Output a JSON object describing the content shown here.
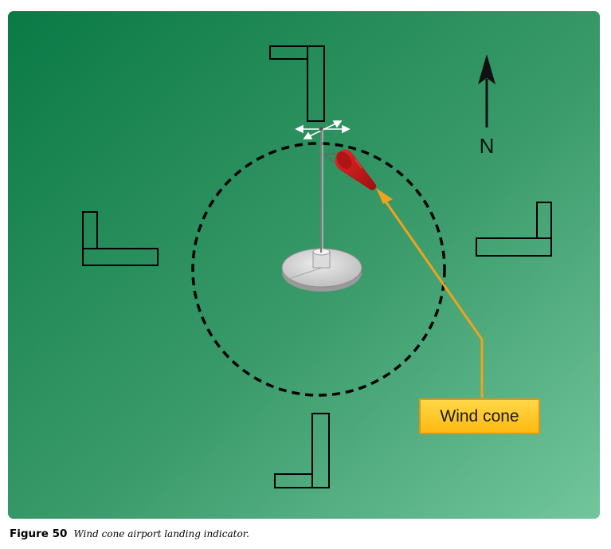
{
  "diagram": {
    "callout_label": "Wind cone",
    "north_label": "N",
    "colors": {
      "background_top": "#0a7a45",
      "background_bottom": "#6ec49a",
      "wind_cone": "#c81818",
      "callout_fill": "#ffc21a",
      "callout_line": "#f0a21e",
      "markers": "#000000"
    }
  },
  "caption": {
    "label": "Figure 50",
    "text": "Wind cone airport landing indicator."
  }
}
